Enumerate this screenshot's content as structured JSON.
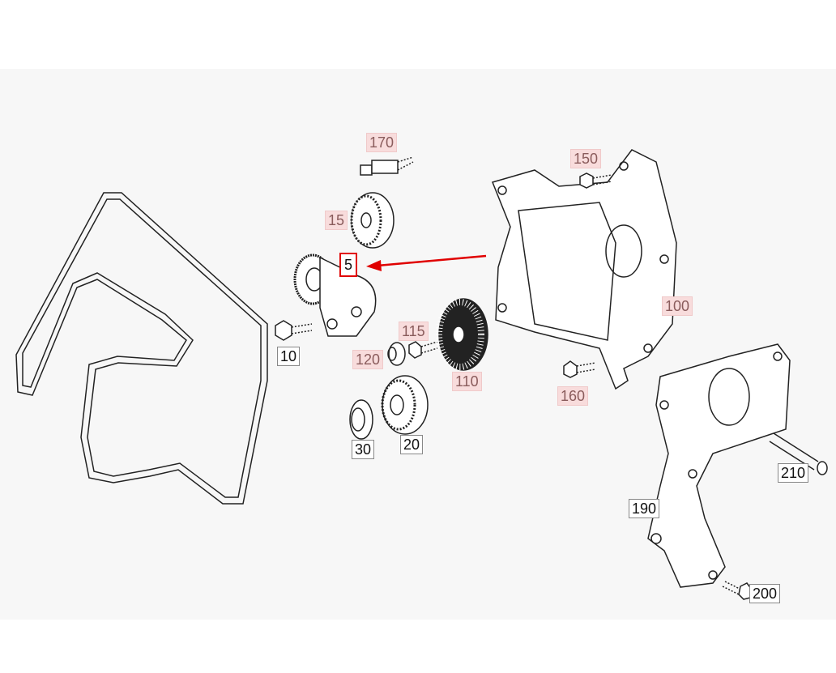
{
  "diagram": {
    "callouts": [
      {
        "id": "170",
        "style": "highlighted"
      },
      {
        "id": "150",
        "style": "highlighted"
      },
      {
        "id": "15",
        "style": "highlighted"
      },
      {
        "id": "5",
        "style": "selected"
      },
      {
        "id": "100",
        "style": "highlighted"
      },
      {
        "id": "10",
        "style": "plain"
      },
      {
        "id": "115",
        "style": "highlighted"
      },
      {
        "id": "120",
        "style": "highlighted"
      },
      {
        "id": "110",
        "style": "highlighted"
      },
      {
        "id": "160",
        "style": "highlighted"
      },
      {
        "id": "30",
        "style": "plain"
      },
      {
        "id": "20",
        "style": "plain"
      },
      {
        "id": "210",
        "style": "plain"
      },
      {
        "id": "190",
        "style": "plain"
      },
      {
        "id": "200",
        "style": "plain"
      }
    ],
    "colors": {
      "highlight_bg": "#f8dcdc",
      "highlight_text": "#8a5c5c",
      "selected_border": "#e00000",
      "arrow": "#e00000"
    }
  }
}
